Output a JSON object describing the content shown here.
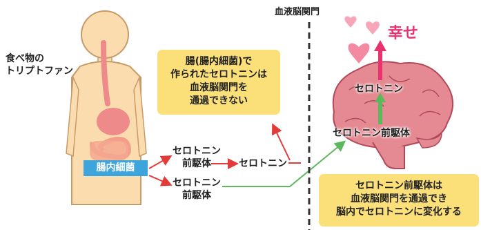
{
  "food_label": [
    "食べ物の",
    "トリプトファン"
  ],
  "bbb_title": "血液脳関門",
  "gut_bacteria": "腸内細菌",
  "precursor_upper": [
    "セロトニン",
    "前駆体"
  ],
  "precursor_lower": [
    "セロトニン",
    "前駆体"
  ],
  "serotonin_mid": "セロトニン",
  "box_gut_serotonin": [
    "腸(腸内細菌)で",
    "作られたセロトニンは",
    "血液脳関門を",
    "通過できない"
  ],
  "box_precursor": [
    "セロトニン前駆体は",
    "血液脳関門を通過でき",
    "脳内でセロトニンに変化する"
  ],
  "brain_serotonin": "セロトニン",
  "brain_precursor": "セロトニン前駆体",
  "happiness": "幸せ",
  "colors": {
    "red_arrow": "#e33a3a",
    "green_arrow": "#5cb85c",
    "pink_arrow": "#e8336e",
    "box_fill": "#fbe07a",
    "gut_label_fill": "#3ea4dc",
    "skin": "#fbdcae",
    "brain": "#e58a92"
  }
}
